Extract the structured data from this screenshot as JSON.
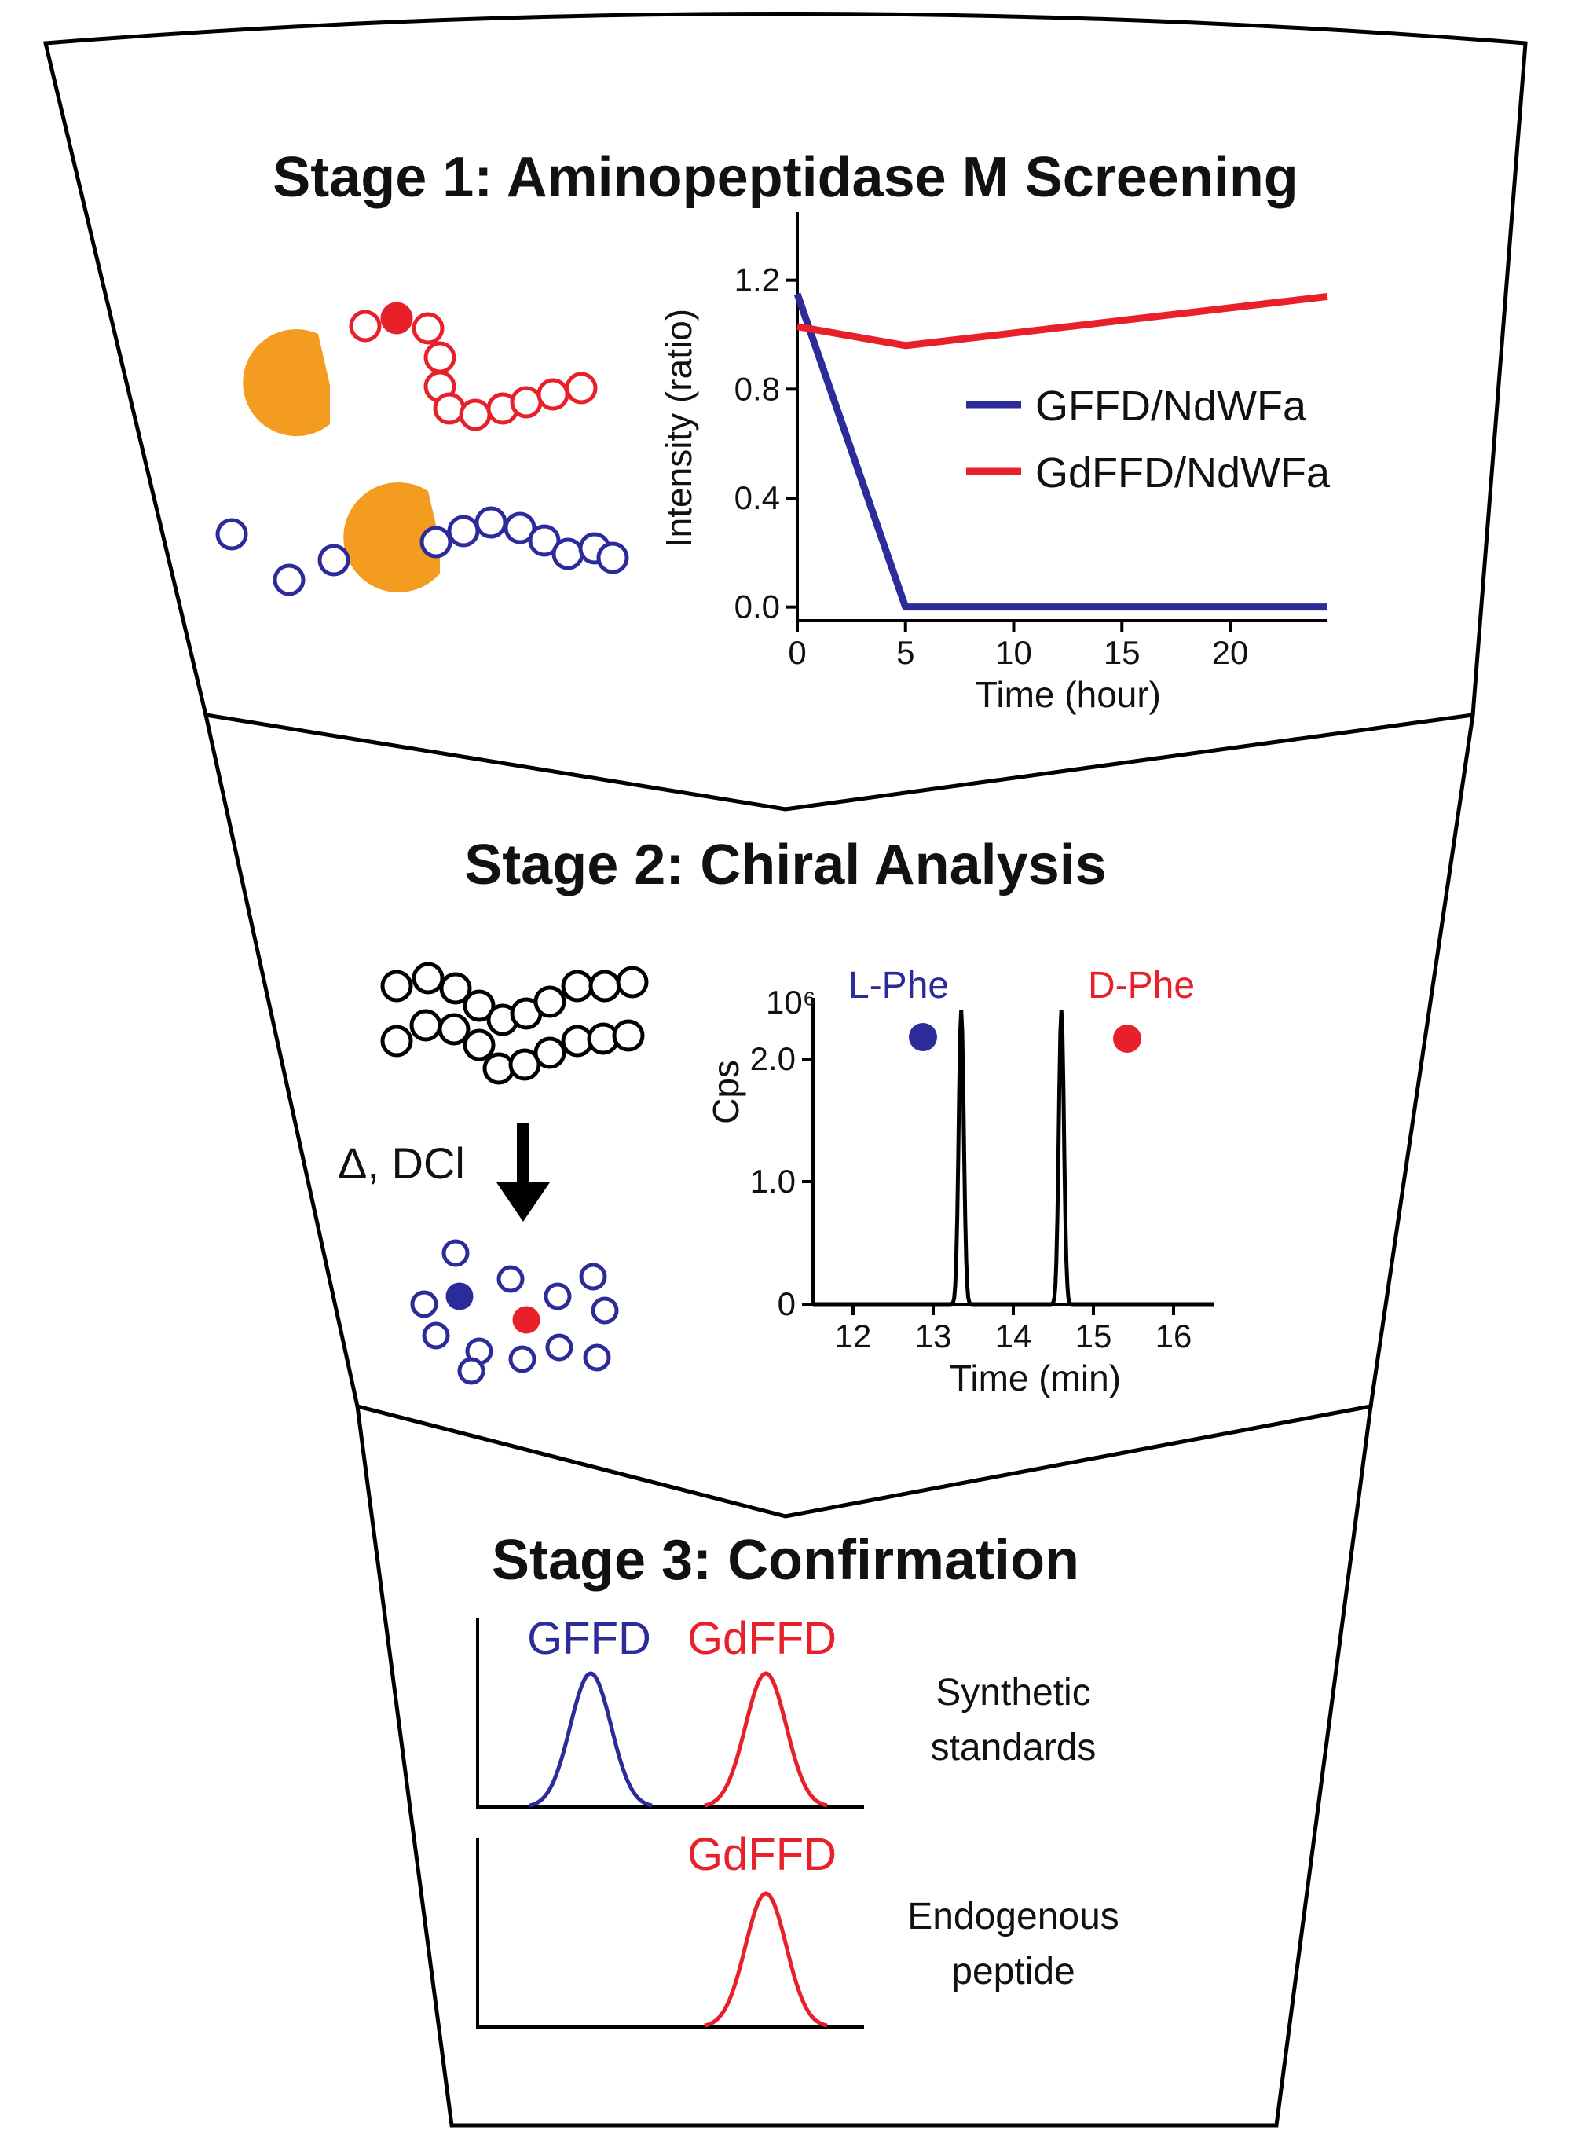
{
  "colors": {
    "blue": "#2b2b9a",
    "red": "#e8202a",
    "orange": "#f39c1f",
    "black": "#000000"
  },
  "stages": {
    "stage1": {
      "title": "Stage 1: Aminopeptidase M Screening",
      "icons": [
        "pacman-enzyme-icon",
        "peptide-chain-icon"
      ]
    },
    "stage2": {
      "title": "Stage 2: Chiral Analysis",
      "reaction_label": "Δ, DCl",
      "icons": [
        "peptide-chain-icon",
        "down-arrow-icon",
        "amino-acid-dots-icon"
      ]
    },
    "stage3": {
      "title": "Stage 3: Confirmation",
      "panel1_label_line1": "Synthetic",
      "panel1_label_line2": "standards",
      "panel2_label_line1": "Endogenous",
      "panel2_label_line2": "peptide",
      "peak_label_blue": "GFFD",
      "peak_label_red": "GdFFD",
      "peak_label_red_2": "GdFFD"
    }
  },
  "chart_data": [
    {
      "type": "line",
      "xlabel": "Time (hour)",
      "ylabel": "Intensity (ratio)",
      "xlim": [
        0,
        24.5
      ],
      "ylim": [
        -0.05,
        1.45
      ],
      "xticks": [
        0,
        5,
        10,
        15,
        20
      ],
      "yticks": [
        0.0,
        0.4,
        0.8,
        1.2
      ],
      "xtick_labels": [
        "0",
        "5",
        "10",
        "15",
        "20"
      ],
      "ytick_labels": [
        "0.0",
        "0.4",
        "0.8",
        "1.2"
      ],
      "legend_position": "right",
      "series": [
        {
          "name": "GFFD/NdWFa",
          "color": "#2b2b9a",
          "x": [
            0,
            5,
            24.5
          ],
          "y": [
            1.15,
            0.0,
            0.0
          ]
        },
        {
          "name": "GdFFD/NdWFa",
          "color": "#e8202a",
          "x": [
            0,
            5,
            24.5
          ],
          "y": [
            1.03,
            0.96,
            1.14
          ]
        }
      ]
    },
    {
      "type": "line",
      "xlabel": "Time (min)",
      "ylabel": "Cps",
      "y_exponent_label": "10⁶",
      "xlim": [
        11.5,
        16.5
      ],
      "ylim": [
        0,
        2.5
      ],
      "xticks": [
        12,
        13,
        14,
        15,
        16
      ],
      "yticks": [
        0,
        1.0,
        2.0
      ],
      "xtick_labels": [
        "12",
        "13",
        "14",
        "15",
        "16"
      ],
      "ytick_labels": [
        "0",
        "1.0",
        "2.0"
      ],
      "annotations": [
        {
          "text": "L-Phe",
          "color": "#2b2b9a"
        },
        {
          "text": "D-Phe",
          "color": "#e8202a"
        }
      ],
      "series": [
        {
          "peaks": [
            {
              "center": 13.35,
              "height": 2.4
            },
            {
              "center": 14.6,
              "height": 2.4
            }
          ]
        }
      ]
    }
  ]
}
